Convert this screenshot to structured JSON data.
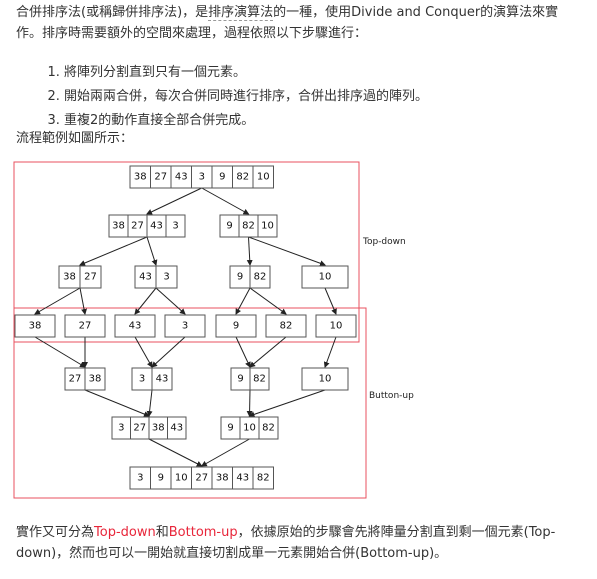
{
  "intro": {
    "part1": "合併排序法(或稱歸併排序法)，是",
    "emph": "排序演算法",
    "part2": "的一種，使用Divide and Conquer的演算法來實作。排序時需要額外的空間來處理，過程依照以下步驟進行："
  },
  "steps": [
    "將陣列分割直到只有一個元素。",
    "開始兩兩合併，每次合併同時進行排序，合併出排序過的陣列。",
    "重複2的動作直接全部合併完成。"
  ],
  "figure_caption": "流程範例如圖所示：",
  "diagram": {
    "region_top_label": "Top-down",
    "region_bottom_label": "Button-up",
    "nodes": [
      [
        "38",
        "27",
        "43",
        "3",
        "9",
        "82",
        "10"
      ],
      [
        "38",
        "27",
        "43",
        "3"
      ],
      [
        "9",
        "82",
        "10"
      ],
      [
        "38",
        "27"
      ],
      [
        "43",
        "3"
      ],
      [
        "9",
        "82"
      ],
      [
        "10"
      ],
      [
        "38"
      ],
      [
        "27"
      ],
      [
        "43"
      ],
      [
        "3"
      ],
      [
        "9"
      ],
      [
        "82"
      ],
      [
        "10"
      ],
      [
        "27",
        "38"
      ],
      [
        "3",
        "43"
      ],
      [
        "9",
        "82"
      ],
      [
        "10"
      ],
      [
        "3",
        "27",
        "38",
        "43"
      ],
      [
        "9",
        "10",
        "82"
      ],
      [
        "3",
        "9",
        "10",
        "27",
        "38",
        "43",
        "82"
      ]
    ],
    "colors": {
      "region_border": "#e8505f",
      "box_border": "#555555",
      "arrow": "#222222"
    }
  },
  "outro": {
    "part1": "實作又可分為",
    "topdown": "Top-down",
    "and": "和",
    "bottomup": "Bottom-up",
    "part2": "，依據原始的步驟會先將陣量分割直到剩一個元素(Top-down)，然而也可以一開始就直接切割成單一元素開始合併(Bottom-up)。"
  },
  "highlight_color": "#e8263a"
}
